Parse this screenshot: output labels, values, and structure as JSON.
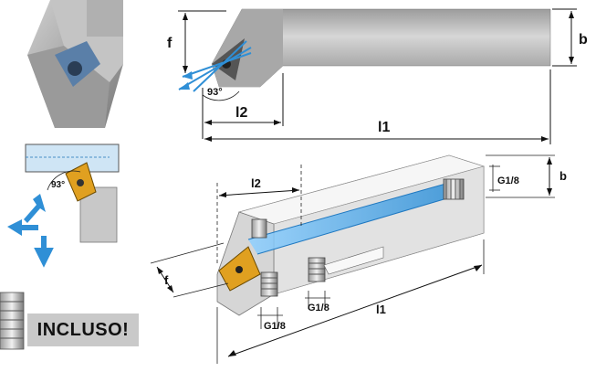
{
  "side_view": {
    "f": "f",
    "b": "b",
    "l2": "l2",
    "l1": "l1",
    "angle": "93°"
  },
  "insert_diagram": {
    "angle": "93°"
  },
  "iso_view": {
    "l2": "l2",
    "b": "b",
    "f": "f",
    "l1": "l1",
    "thread_top": "G1/8",
    "thread_bottom_left": "G1/8",
    "thread_bottom_right": "G1/8"
  },
  "badge": {
    "label": "INCLUSO!"
  },
  "colors": {
    "coolant_blue": "#3aa0e8",
    "insert_gold": "#e0a020",
    "steel": "#b8b8b8",
    "arrow_blue": "#2f8fd6"
  }
}
